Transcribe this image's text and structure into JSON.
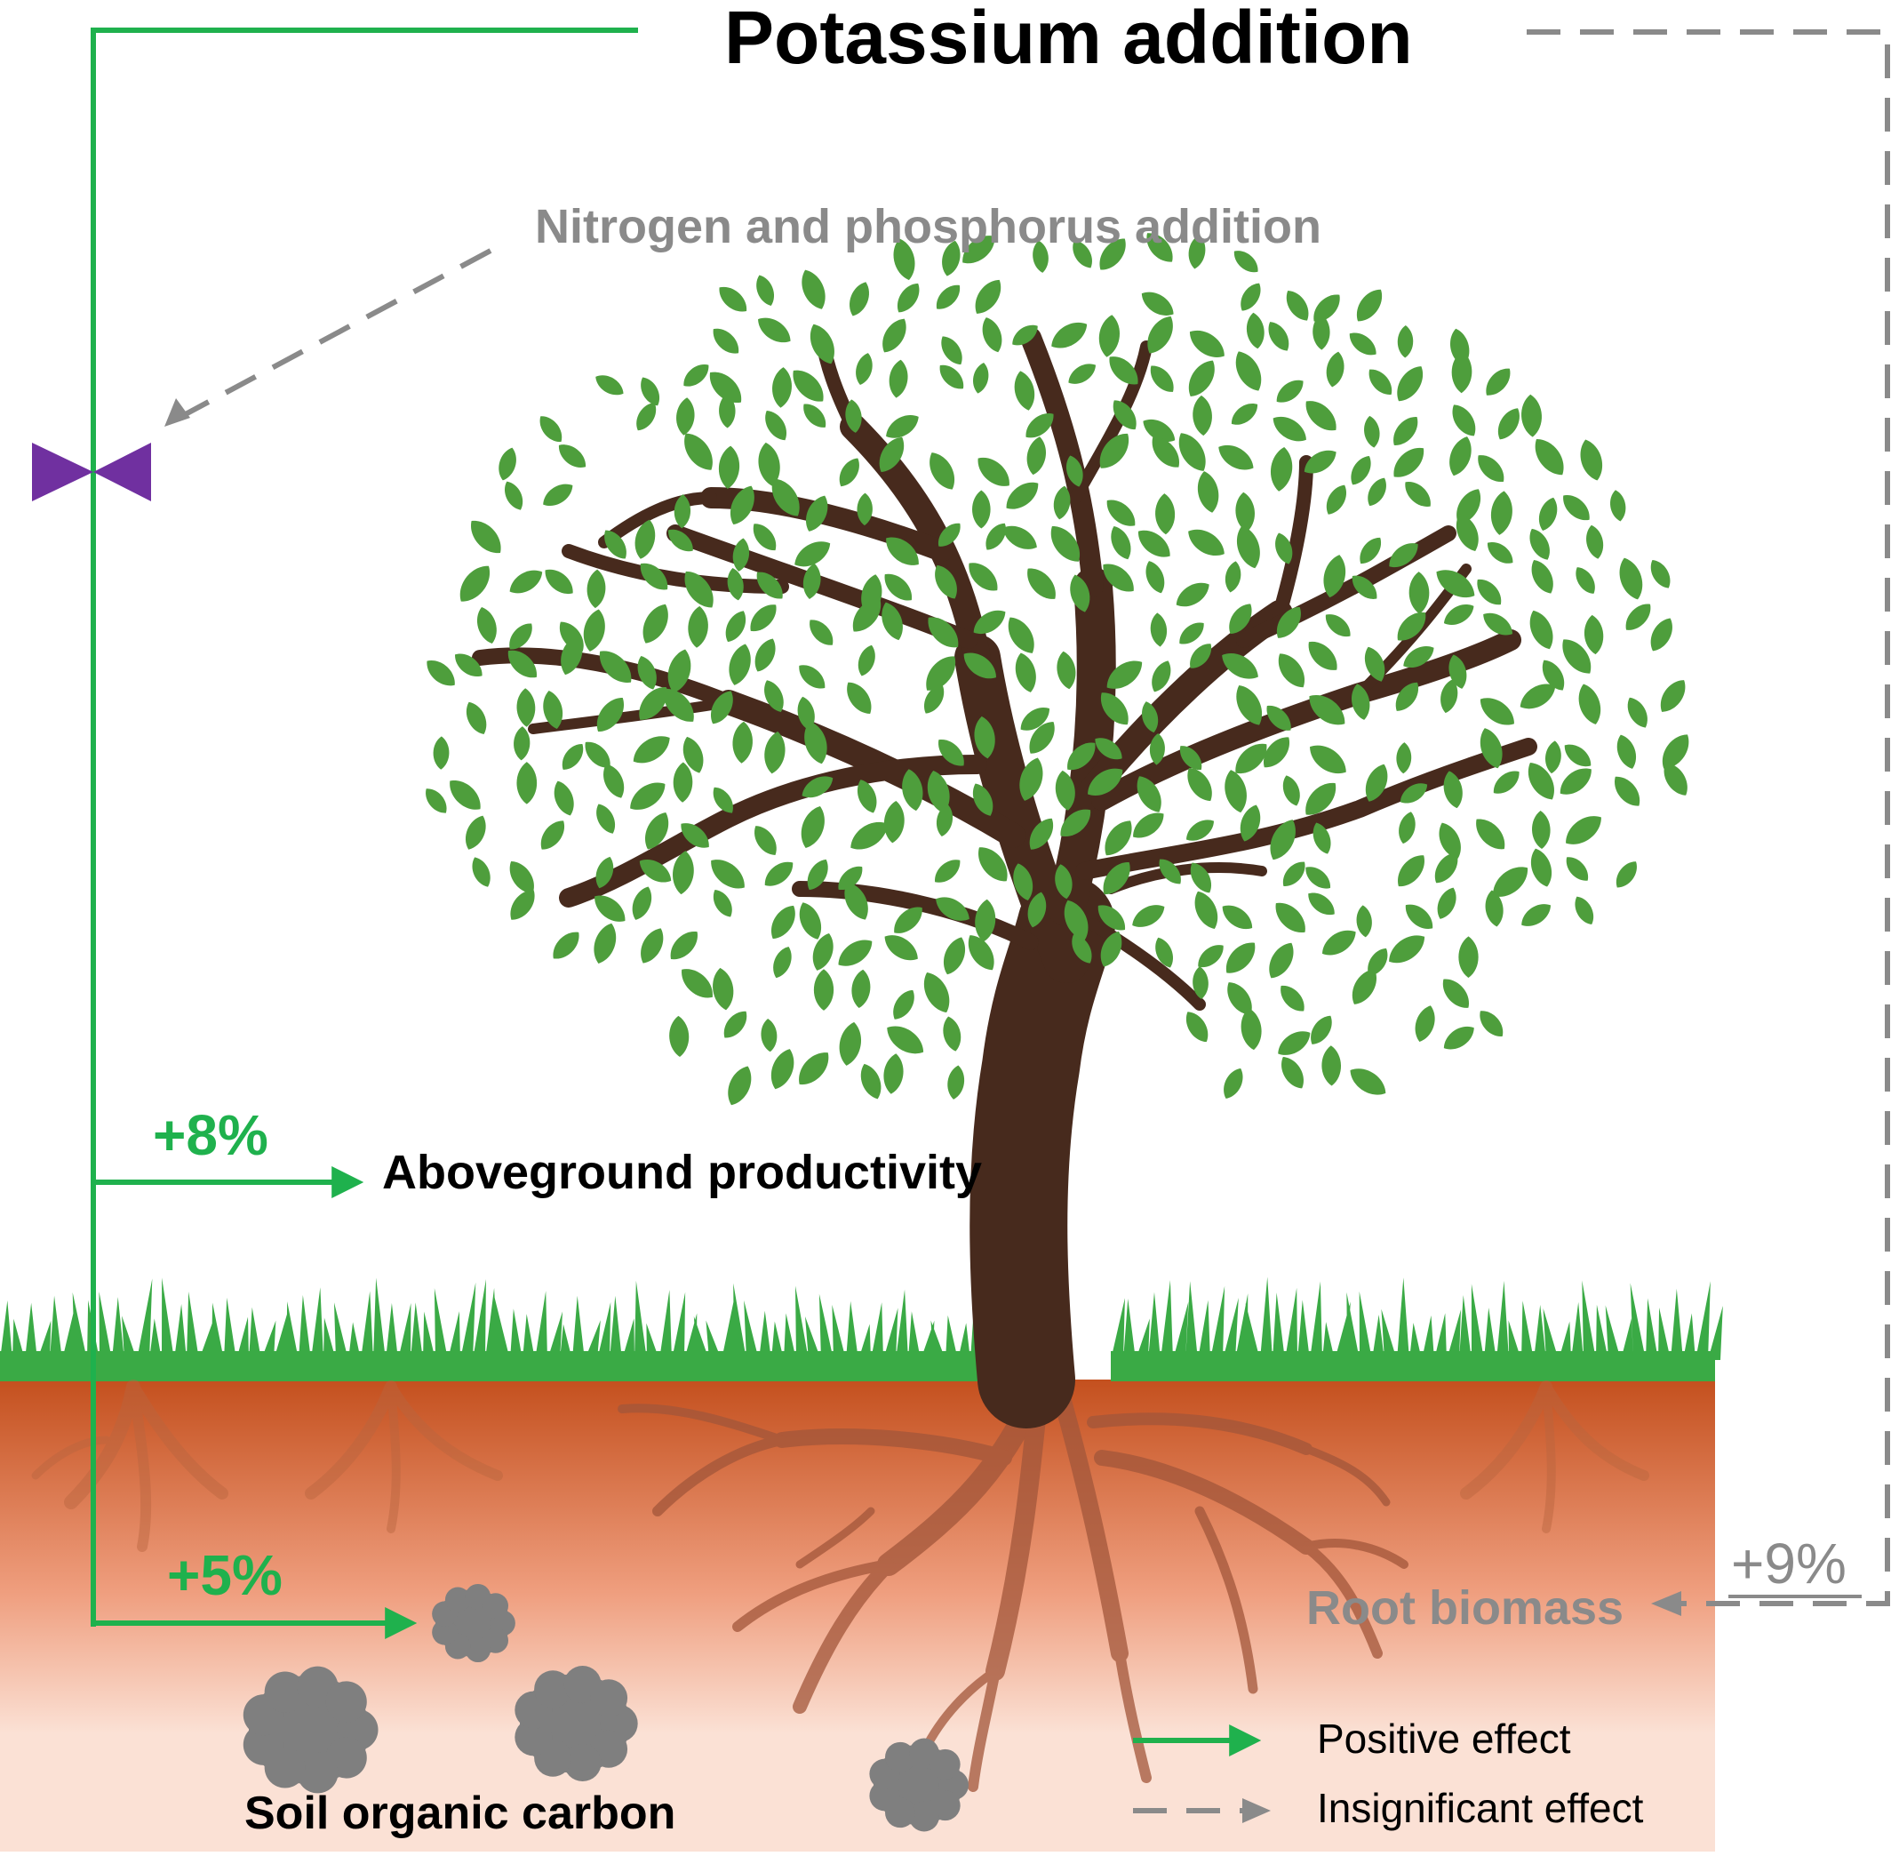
{
  "title": "Potassium addition",
  "modifier_label": "Nitrogen and phosphorus addition",
  "effects": {
    "aboveground": {
      "label": "Aboveground productivity",
      "change": "+8%"
    },
    "soil_carbon": {
      "label": "Soil organic carbon",
      "change": "+5%"
    },
    "root": {
      "label": "Root biomass",
      "change": "+9%"
    }
  },
  "legend": {
    "positive": "Positive effect",
    "insignificant": "Insignificant effect"
  },
  "colors": {
    "positive": "#1fb14d",
    "insignificant": "#8a8a8a",
    "modifier_symbol": "#7030a0",
    "leaf": "#4e9e3c",
    "trunk": "#472a1d",
    "grass": "#3aaa45",
    "soil_top": "#c4501e",
    "soil_bottom": "#fbe1d5",
    "carbon_clump": "#7f7f7f"
  }
}
